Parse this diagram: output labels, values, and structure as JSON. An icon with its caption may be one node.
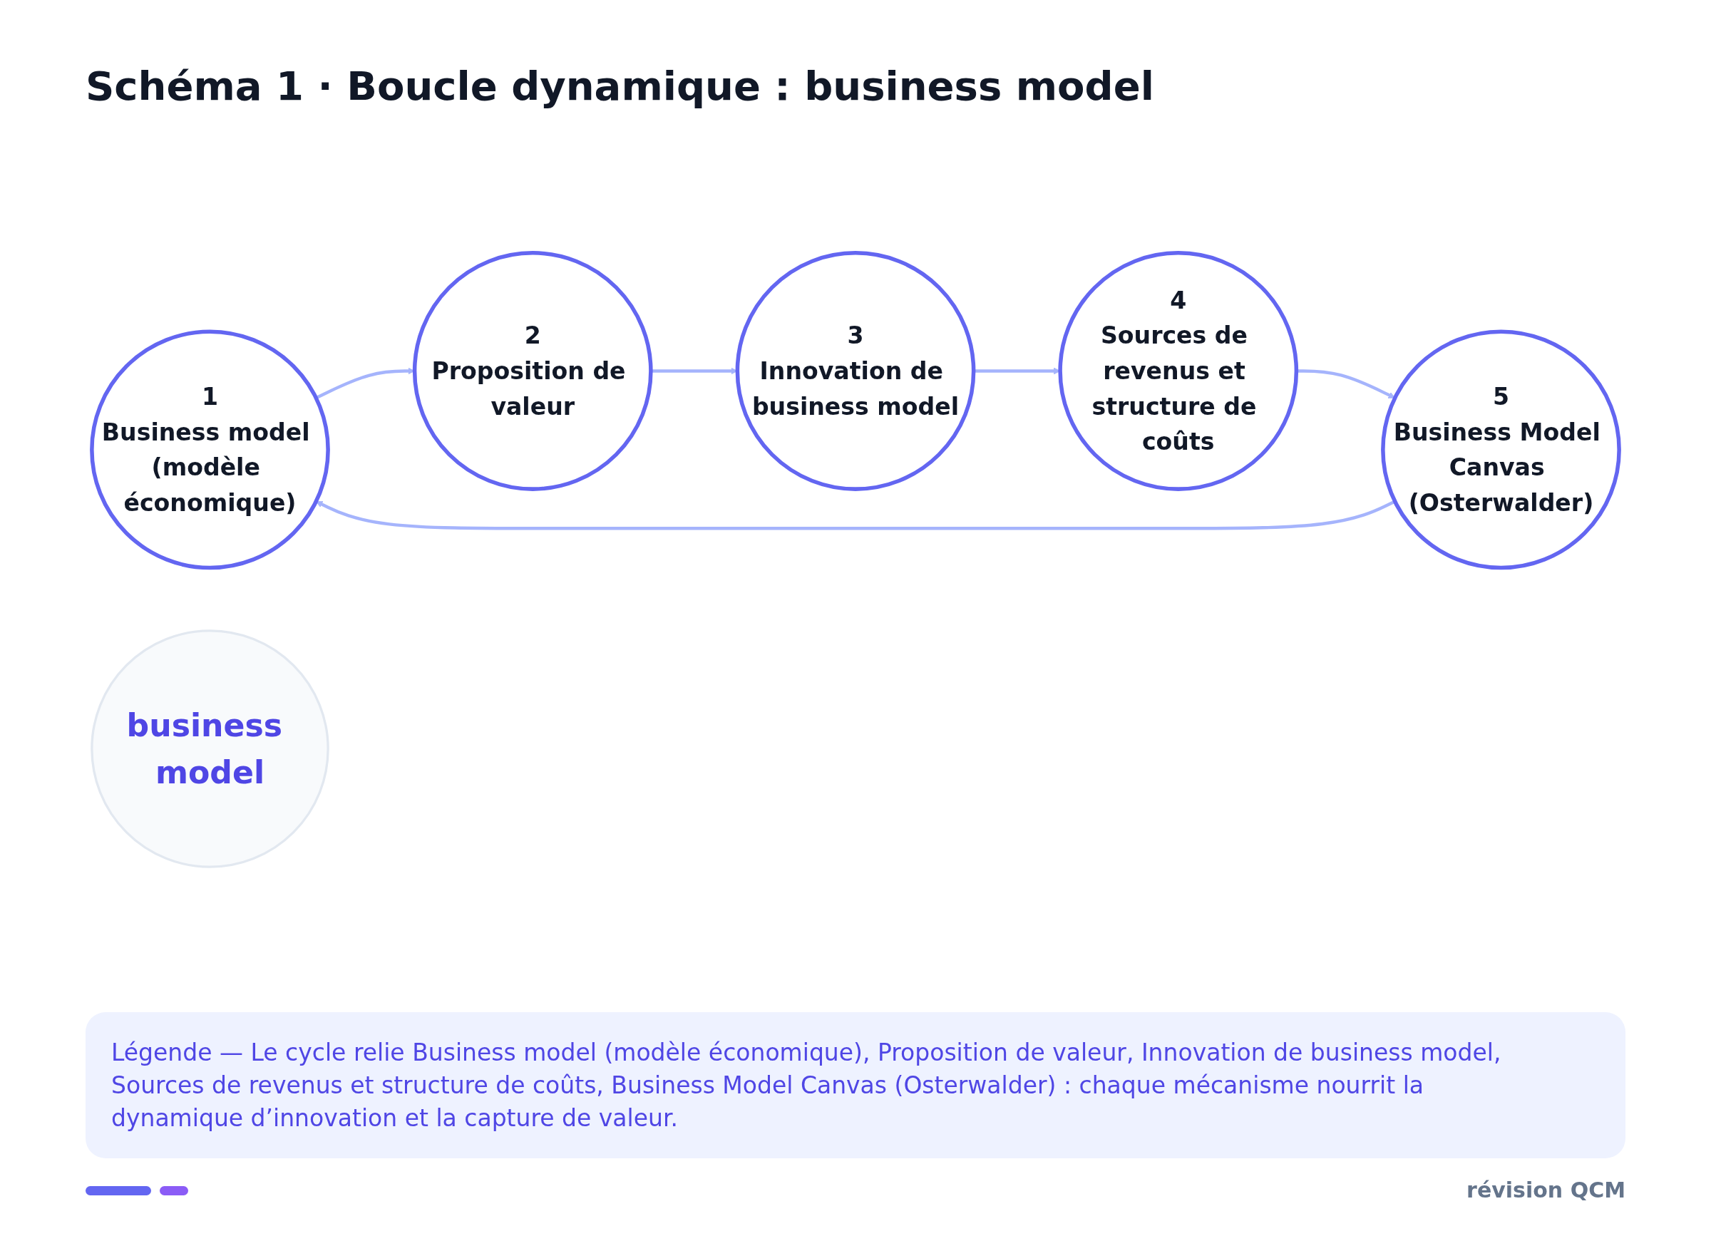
{
  "diagram": {
    "title": "Schéma 1 · Boucle dynamique : business model",
    "caption": "Légende — Le cycle relie Business model (modèle économique), Proposition de valeur, Innovation de business model, Sources de revenus et structure de coûts, Business Model Canvas (Osterwalder) : chaque mécanisme nourrit la dynamique d’innovation et la capture de valeur.",
    "nodes": [
      {
        "text": [
          "1",
          "Business model (modèle économique)"
        ]
      },
      {
        "text": [
          "2",
          "Proposition de valeur"
        ]
      },
      {
        "text": [
          "3",
          "Innovation de business model"
        ]
      },
      {
        "text": [
          "4",
          "Sources de revenus et structure de coûts"
        ]
      },
      {
        "text": [
          "5",
          "Business Model Canvas (Osterwalder)"
        ]
      },
      {
        "text": [
          "business model"
        ]
      }
    ],
    "edges": [
      {
        "from": 0,
        "to": 1,
        "arrow": "to"
      },
      {
        "from": 1,
        "to": 2,
        "arrow": "to"
      },
      {
        "from": 2,
        "to": 3,
        "arrow": "to"
      },
      {
        "from": 3,
        "to": 4,
        "arrow": "to"
      },
      {
        "from": 4,
        "to": 0,
        "arrow": "to"
      }
    ],
    "labels": [
      "révision QCM"
    ]
  }
}
